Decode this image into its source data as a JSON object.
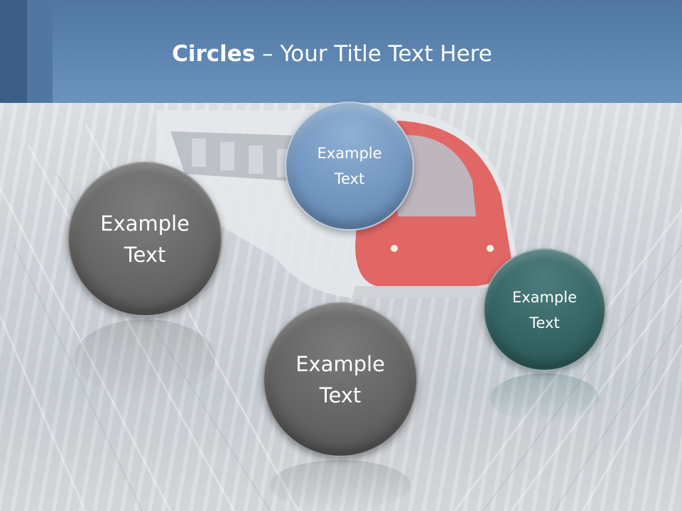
{
  "slide": {
    "title_bold": "Circles",
    "title_rest": " – Your Title Text Here"
  },
  "circles": [
    {
      "label": "Example\nText",
      "color": "#696969"
    },
    {
      "label": "Example\nText",
      "color": "#666666"
    },
    {
      "label": "Example\nText",
      "color": "#7397c0"
    },
    {
      "label": "Example\nText",
      "color": "#356565"
    }
  ],
  "colors": {
    "header": "#5e86b2",
    "accent_blue": "#7397c0",
    "accent_teal": "#356565",
    "circle_gray": "#696969"
  }
}
